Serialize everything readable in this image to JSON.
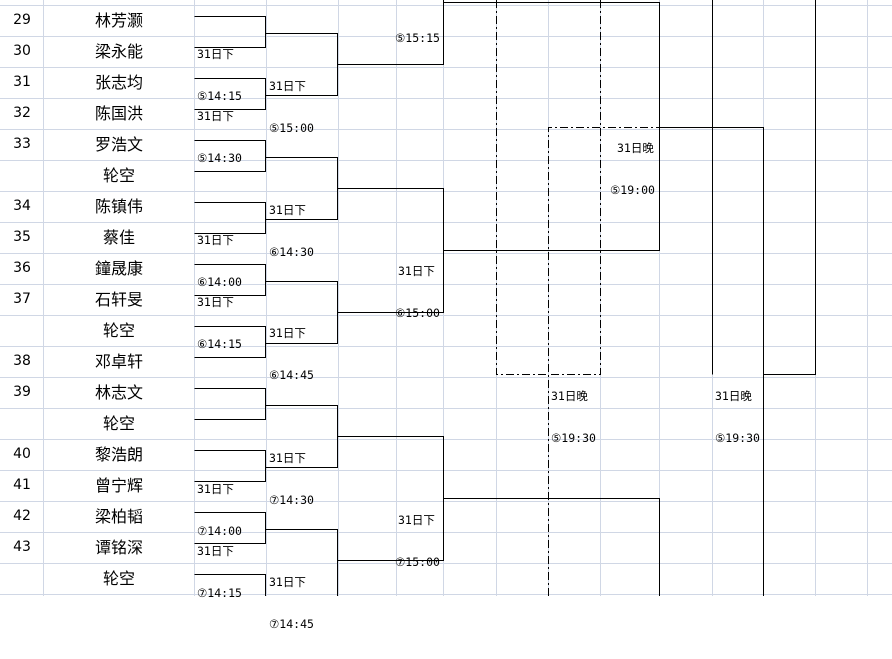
{
  "players": [
    {
      "seed": "29",
      "name": "林芳灏"
    },
    {
      "seed": "30",
      "name": "梁永能"
    },
    {
      "seed": "31",
      "name": "张志均"
    },
    {
      "seed": "32",
      "name": "陈国洪"
    },
    {
      "seed": "33",
      "name": "罗浩文"
    },
    {
      "seed": "",
      "name": "轮空"
    },
    {
      "seed": "34",
      "name": "陈镇伟"
    },
    {
      "seed": "35",
      "name": "蔡佳"
    },
    {
      "seed": "36",
      "name": "鐘晟康"
    },
    {
      "seed": "37",
      "name": "石轩旻"
    },
    {
      "seed": "",
      "name": "轮空"
    },
    {
      "seed": "38",
      "name": "邓卓轩"
    },
    {
      "seed": "39",
      "name": "林志文"
    },
    {
      "seed": "",
      "name": "轮空"
    },
    {
      "seed": "40",
      "name": "黎浩朗"
    },
    {
      "seed": "41",
      "name": "曾宁辉"
    },
    {
      "seed": "42",
      "name": "梁柏韬"
    },
    {
      "seed": "43",
      "name": "谭铭深"
    },
    {
      "seed": "",
      "name": "轮空"
    }
  ],
  "slots": [
    {
      "day": "",
      "time": "⑤15:15"
    },
    {
      "day": "31日下",
      "time": "⑤14:15"
    },
    {
      "day": "31日下",
      "time": "⑤15:00"
    },
    {
      "day": "31日下",
      "time": "⑤14:30"
    },
    {
      "day": "31日晚",
      "time": "⑤19:00"
    },
    {
      "day": "31日下",
      "time": "⑥14:30"
    },
    {
      "day": "31日下",
      "time": "⑥14:00"
    },
    {
      "day": "31日下",
      "time": "⑥15:00"
    },
    {
      "day": "31日下",
      "time": "⑥14:15"
    },
    {
      "day": "31日下",
      "time": "⑥14:45"
    },
    {
      "day": "31日晚",
      "time": "⑤19:30"
    },
    {
      "day": "31日晚",
      "time": "⑤19:30"
    },
    {
      "day": "31日下",
      "time": "⑦14:30"
    },
    {
      "day": "31日下",
      "time": "⑦14:00"
    },
    {
      "day": "31日下",
      "time": "⑦15:00"
    },
    {
      "day": "31日下",
      "time": "⑦14:15"
    },
    {
      "day": "31日下",
      "time": "⑦14:45"
    }
  ]
}
